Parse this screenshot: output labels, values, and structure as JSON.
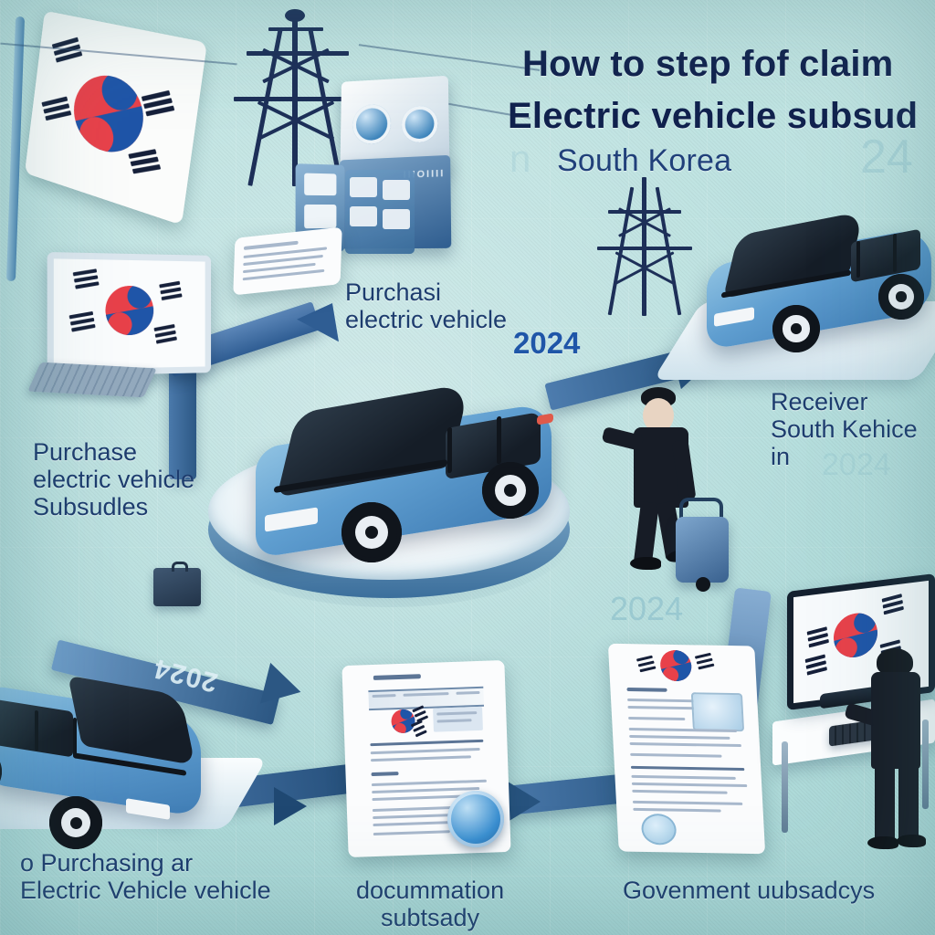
{
  "image": {
    "kind": "illustrated-infographic",
    "background_color": "#b6dedd",
    "accent_color": "#1d3c6e",
    "flag_red": "#e8414a",
    "flag_blue": "#1f55a8",
    "vehicle_color": "#5f9ed0"
  },
  "title": {
    "line1": "How to step fof claim",
    "line2": "Electric vehicle subsud",
    "line3": "South Korea"
  },
  "labels": {
    "step_top_center": "Purchasi\nelectric vehicle",
    "step_top_center_year": "2024",
    "step_left": "Purchase\nelectric vehicle\nSubsudles",
    "step_right": "Receiver\nSouth Kehice\nin",
    "step_bottom_left": "o Purchasing ar\nElectric Vehicle vehicle",
    "step_bottom_center": "docummation\nsubtsady",
    "step_bottom_right": "Govenment  uubsadcys"
  },
  "watermarks": {
    "top_right_year": "24",
    "center_right_year": "2024",
    "arrow_year": "2024"
  },
  "icons": {
    "flag_large": "south-korea-flag-icon",
    "flag_monitor": "south-korea-flag-icon",
    "flag_document": "south-korea-flag-icon",
    "pylon": "power-transmission-tower-icon",
    "kiosk": "charging-appliance-icon",
    "briefcase": "briefcase-icon",
    "seal": "official-seal-icon",
    "luggage": "rolling-suitcase-icon"
  },
  "scene_items": [
    {
      "name": "korea-flag-banner",
      "label": "South Korea flag on pole"
    },
    {
      "name": "power-pylon-left",
      "label": "Electric transmission tower"
    },
    {
      "name": "power-pylon-right",
      "label": "Electric transmission tower"
    },
    {
      "name": "charging-kiosk",
      "label": "Appliance / charging kiosk"
    },
    {
      "name": "desktop-monitor-left",
      "label": "Monitor showing Korean flag"
    },
    {
      "name": "electric-vehicle-center",
      "label": "Blue electric vehicle on podium"
    },
    {
      "name": "electric-vehicle-topright",
      "label": "Blue electric vehicle"
    },
    {
      "name": "electric-vehicle-bottomleft",
      "label": "Blue electric vehicle"
    },
    {
      "name": "businessman-with-luggage",
      "label": "Businessman pulling suitcase"
    },
    {
      "name": "subsidy-document-center",
      "label": "Subsidy application document with seal"
    },
    {
      "name": "subsidy-document-right",
      "label": "Government document with flag"
    },
    {
      "name": "worker-at-desk",
      "label": "Person at computer desk"
    }
  ]
}
